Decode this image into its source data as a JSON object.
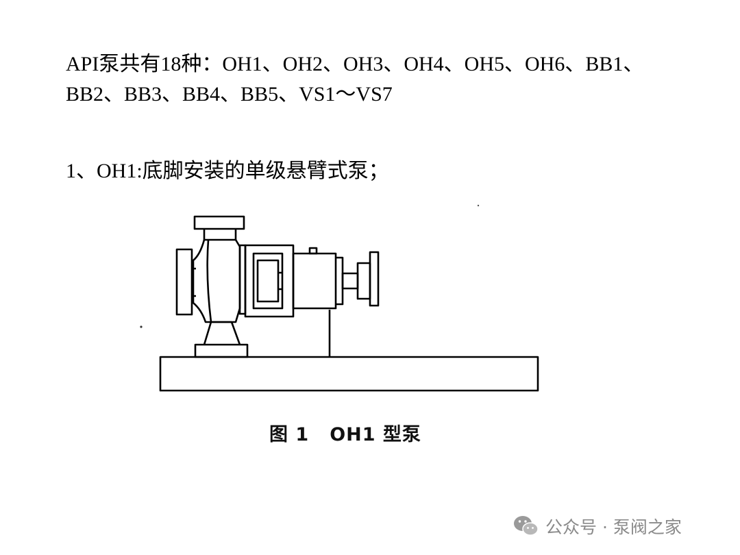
{
  "intro": {
    "line1": "API泵共有18种：OH1、OH2、OH3、OH4、OH5、OH6、BB1、",
    "line2": "BB2、BB3、BB4、BB5、VS1～VS7"
  },
  "item1": "1、OH1:底脚安装的单级悬臂式泵；",
  "figure": {
    "number": "图 1",
    "title": "OH1 型泵"
  },
  "watermark": {
    "icon": "wechat-icon",
    "text": "公众号 · 泵阀之家"
  }
}
